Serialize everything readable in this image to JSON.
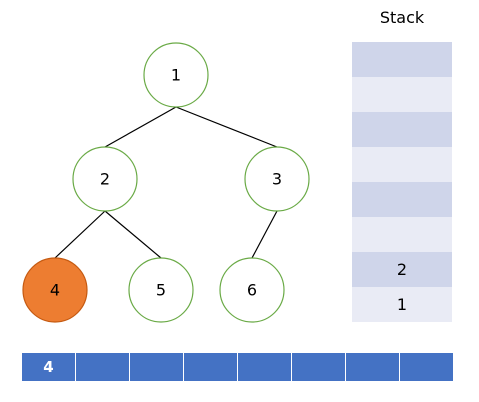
{
  "tree": {
    "nodes": [
      {
        "id": "n1",
        "label": "1",
        "state": "default"
      },
      {
        "id": "n2",
        "label": "2",
        "state": "default"
      },
      {
        "id": "n3",
        "label": "3",
        "state": "default"
      },
      {
        "id": "n4",
        "label": "4",
        "state": "visited"
      },
      {
        "id": "n5",
        "label": "5",
        "state": "default"
      },
      {
        "id": "n6",
        "label": "6",
        "state": "default"
      }
    ],
    "edges": [
      {
        "from": "n1",
        "to": "n2"
      },
      {
        "from": "n1",
        "to": "n3"
      },
      {
        "from": "n2",
        "to": "n4"
      },
      {
        "from": "n2",
        "to": "n5"
      },
      {
        "from": "n3",
        "to": "n6"
      }
    ]
  },
  "stack": {
    "title": "Stack",
    "cells": [
      "",
      "",
      "",
      "",
      "",
      "",
      "2",
      "1"
    ]
  },
  "output": {
    "cells": [
      "4",
      "",
      "",
      "",
      "",
      "",
      "",
      ""
    ]
  },
  "colors": {
    "node_border": "#6aaa46",
    "node_fill": "#ffffff",
    "visited_fill": "#ed7d31",
    "visited_border": "#c55a11",
    "stack_dark": "#cfd5ea",
    "stack_light": "#e9ebf5",
    "output_fill": "#4472c4"
  }
}
